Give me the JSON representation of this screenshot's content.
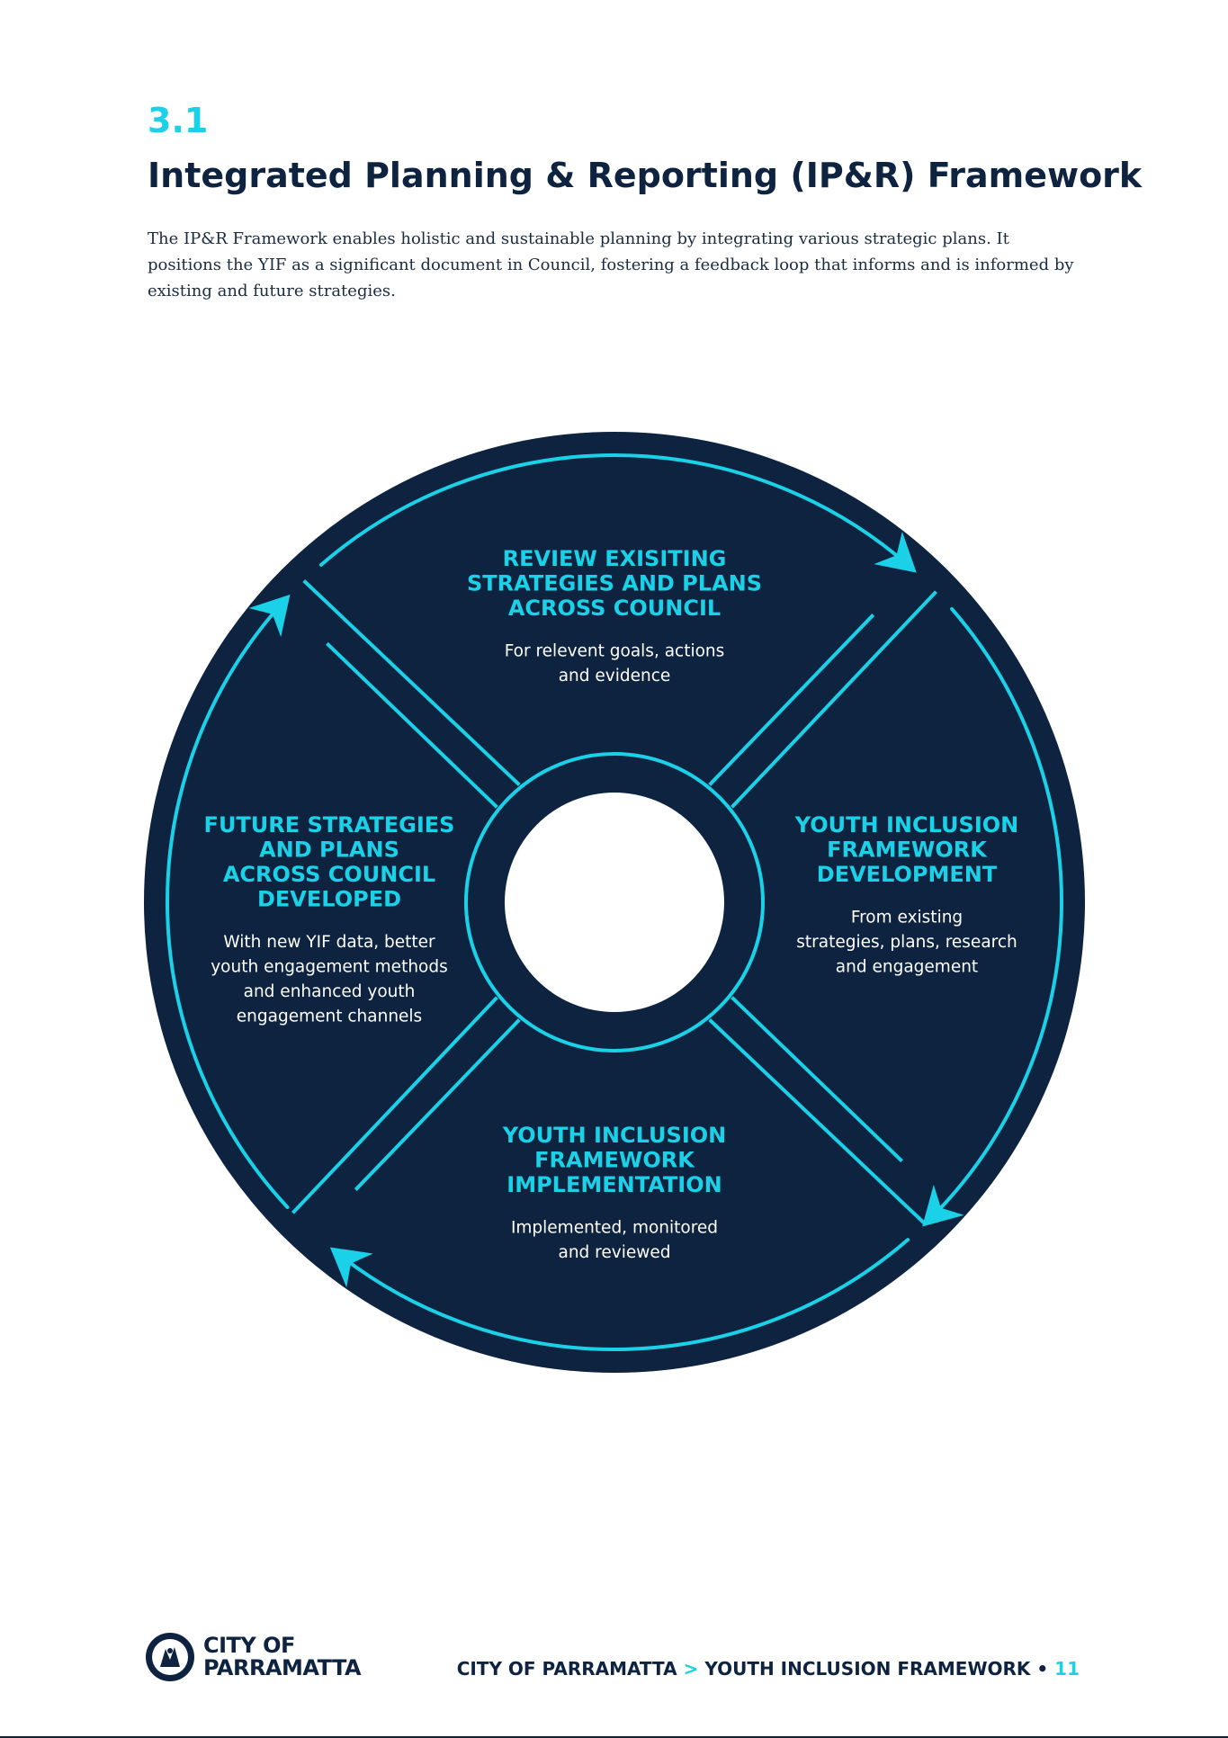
{
  "section": {
    "number": "3.1",
    "title": "Integrated Planning & Reporting (IP&R) Framework",
    "intro": "The IP&R Framework enables holistic and sustainable planning by integrating various strategic plans. It positions the YIF as a significant document in Council, fostering a feedback loop that informs and is informed by existing and future strategies."
  },
  "cycle": {
    "colors": {
      "navy": "#0e2340",
      "cyan": "#1ad1e8",
      "white": "#ffffff"
    },
    "quadrants": [
      {
        "position": "top",
        "heading_lines": [
          "REVIEW EXISITING",
          "STRATEGIES AND PLANS",
          "ACROSS COUNCIL"
        ],
        "body_lines": [
          "For relevent goals, actions",
          "and evidence"
        ]
      },
      {
        "position": "right",
        "heading_lines": [
          "YOUTH INCLUSION",
          "FRAMEWORK",
          "DEVELOPMENT"
        ],
        "body_lines": [
          "From existing",
          "strategies, plans, research",
          "and engagement"
        ]
      },
      {
        "position": "bottom",
        "heading_lines": [
          "YOUTH INCLUSION",
          "FRAMEWORK",
          "IMPLEMENTATION"
        ],
        "body_lines": [
          "Implemented, monitored",
          "and reviewed"
        ]
      },
      {
        "position": "left",
        "heading_lines": [
          "FUTURE STRATEGIES",
          "AND PLANS",
          "ACROSS COUNCIL",
          "DEVELOPED"
        ],
        "body_lines": [
          "With new YIF data, better",
          "youth engagement methods",
          "and enhanced youth",
          "engagement channels"
        ]
      }
    ]
  },
  "footer": {
    "logo_line1": "CITY OF",
    "logo_line2": "PARRAMATTA",
    "running_left": "CITY OF PARRAMATTA",
    "running_sep": ">",
    "running_right": "YOUTH INCLUSION FRAMEWORK",
    "bullet": "•",
    "page_number": "11"
  }
}
